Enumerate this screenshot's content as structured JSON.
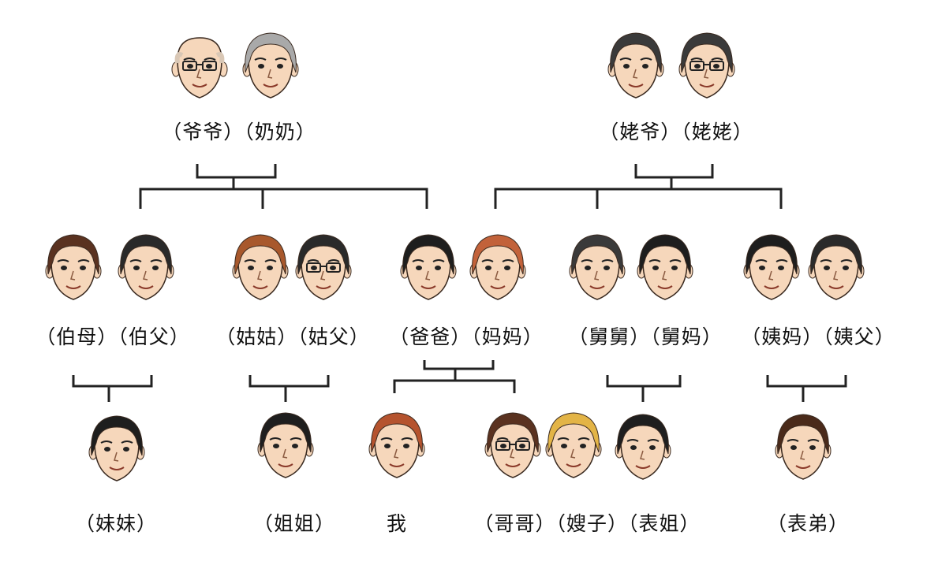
{
  "title": "Family tree",
  "colors": {
    "line": "#222222",
    "skin": "#f6d7bb",
    "outline": "#3a2a20"
  },
  "people": [
    {
      "id": "yeye",
      "label": "爷爷",
      "hair": "#d9c7b5",
      "bald": true,
      "glasses": true
    },
    {
      "id": "nainai",
      "label": "奶奶",
      "hair": "#a9a9a9",
      "glasses": false
    },
    {
      "id": "laoye",
      "label": "姥爷",
      "hair": "#3a3a3a",
      "glasses": false
    },
    {
      "id": "laolao",
      "label": "姥姥",
      "hair": "#3a3a3a",
      "glasses": true
    },
    {
      "id": "bomu",
      "label": "伯母",
      "hair": "#5a3220",
      "glasses": false
    },
    {
      "id": "bofu",
      "label": "伯父",
      "hair": "#2a2a2a",
      "glasses": false
    },
    {
      "id": "gugu",
      "label": "姑姑",
      "hair": "#a8582c",
      "glasses": false
    },
    {
      "id": "gufu",
      "label": "姑父",
      "hair": "#2a2a2a",
      "glasses": true
    },
    {
      "id": "baba",
      "label": "爸爸",
      "hair": "#1e1e1e",
      "glasses": false
    },
    {
      "id": "mama",
      "label": "妈妈",
      "hair": "#c2623a",
      "glasses": false
    },
    {
      "id": "jiujiu",
      "label": "舅舅",
      "hair": "#3a3a3a",
      "glasses": false
    },
    {
      "id": "jiuma",
      "label": "舅妈",
      "hair": "#1e1e1e",
      "glasses": false
    },
    {
      "id": "yima",
      "label": "姨妈",
      "hair": "#1e1e1e",
      "glasses": false
    },
    {
      "id": "yifu",
      "label": "姨父",
      "hair": "#2a2a2a",
      "glasses": false
    },
    {
      "id": "meimei",
      "label": "妹妹",
      "hair": "#1e1e1e",
      "glasses": false
    },
    {
      "id": "jiejie",
      "label": "姐姐",
      "hair": "#1e1e1e",
      "glasses": false
    },
    {
      "id": "wo",
      "label": "我",
      "hair": "#b5532e",
      "glasses": false
    },
    {
      "id": "gege",
      "label": "哥哥",
      "hair": "#5a3220",
      "glasses": true
    },
    {
      "id": "saozi",
      "label": "嫂子",
      "hair": "#e3b446",
      "glasses": false
    },
    {
      "id": "biaojie",
      "label": "表姐",
      "hair": "#1e1e1e",
      "glasses": false
    },
    {
      "id": "biaodi",
      "label": "表弟",
      "hair": "#4a2a1a",
      "glasses": false
    }
  ],
  "label_groups": [
    {
      "id": "g-grandpaternal",
      "text": "（爷爷）（奶奶）"
    },
    {
      "id": "g-grandmaternal",
      "text": "（姥爷）（姥姥）"
    },
    {
      "id": "g-bo",
      "text": "（伯母）（伯父）"
    },
    {
      "id": "g-gu",
      "text": "（姑姑）（姑父）"
    },
    {
      "id": "g-parents",
      "text": "（爸爸）（妈妈）"
    },
    {
      "id": "g-jiu",
      "text": "（舅舅）（舅妈）"
    },
    {
      "id": "g-yi",
      "text": "（姨妈）（姨父）"
    },
    {
      "id": "g-meimei",
      "text": "（妹妹）"
    },
    {
      "id": "g-jiejie",
      "text": "（姐姐）"
    },
    {
      "id": "g-wo",
      "text": "我"
    },
    {
      "id": "g-siblings",
      "text": "（哥哥）（嫂子）（表姐）"
    },
    {
      "id": "g-biaodi",
      "text": "（表弟）"
    }
  ]
}
